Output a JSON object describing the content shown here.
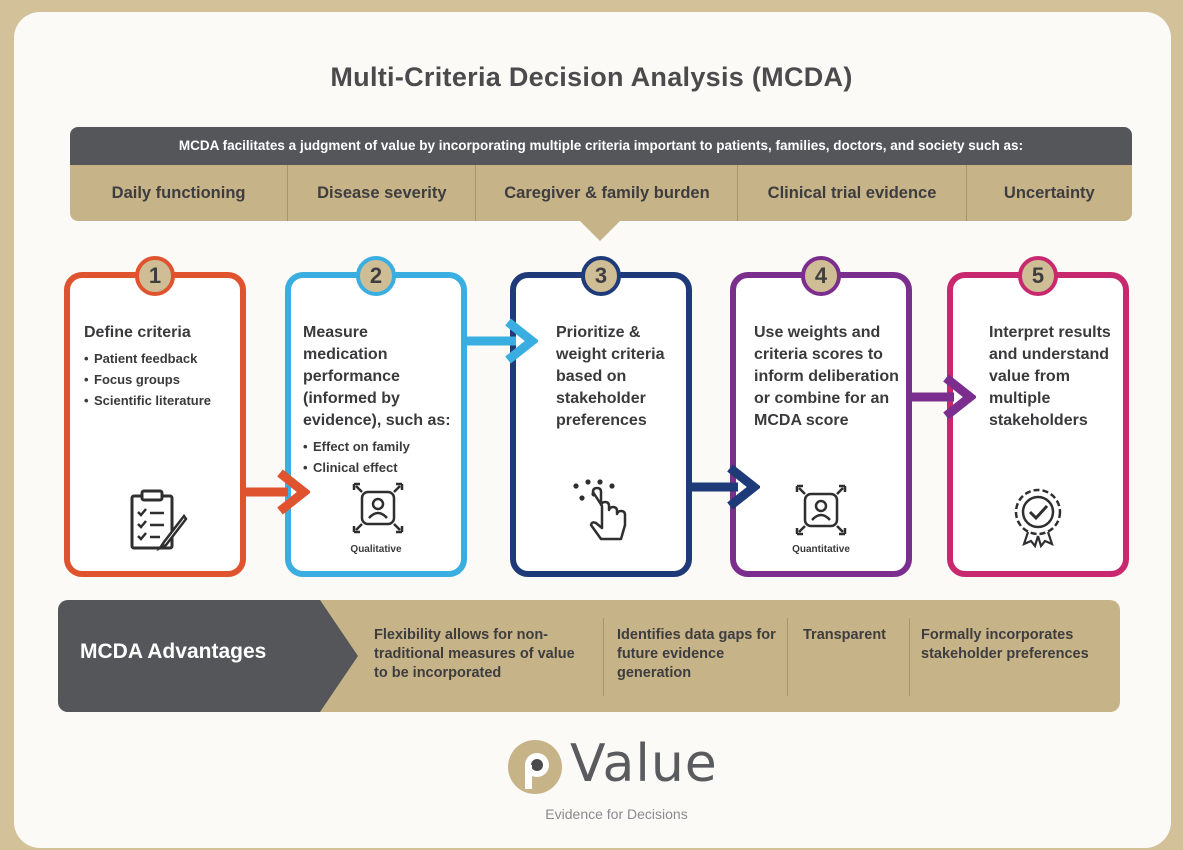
{
  "title": "Multi-Criteria Decision Analysis (MCDA)",
  "criteria_banner": {
    "intro": "MCDA facilitates a judgment of value by incorporating multiple criteria important to patients, families, doctors, and society such as:",
    "criteria": [
      "Daily functioning",
      "Disease severity",
      "Caregiver & family burden",
      "Clinical trial evidence",
      "Uncertainty"
    ]
  },
  "steps": [
    {
      "number": "1",
      "color": "#e0532f",
      "text": "Define criteria",
      "bullets": [
        "Patient feedback",
        "Focus groups",
        "Scientific literature"
      ],
      "icon": "checklist-icon",
      "icon_label": ""
    },
    {
      "number": "2",
      "color": "#3aaee0",
      "text": "Measure medication performance (informed by evidence), such as:",
      "bullets": [
        "Effect on family",
        "Clinical effect"
      ],
      "icon": "person-measure-icon",
      "icon_label": "Qualitative"
    },
    {
      "number": "3",
      "color": "#1e3a78",
      "text": "Prioritize & weight criteria based on stakeholder preferences",
      "bullets": [],
      "icon": "hand-pointer-icon",
      "icon_label": ""
    },
    {
      "number": "4",
      "color": "#7b2e8e",
      "text": "Use weights and criteria scores to inform deliberation or combine for an MCDA score",
      "bullets": [],
      "icon": "person-measure-icon",
      "icon_label": "Quantitative"
    },
    {
      "number": "5",
      "color": "#c8296e",
      "text": "Interpret results and understand value from multiple stakeholders",
      "bullets": [],
      "icon": "award-check-icon",
      "icon_label": ""
    }
  ],
  "advantages": {
    "title": "MCDA Advantages",
    "items": [
      "Flexibility allows for non-traditional measures of value to be incorporated",
      "Identifies data gaps for future evidence generation",
      "Transparent",
      "Formally incorporates stakeholder preferences"
    ]
  },
  "logo": {
    "letter": "p",
    "name": "Value",
    "tagline": "Evidence for Decisions"
  }
}
